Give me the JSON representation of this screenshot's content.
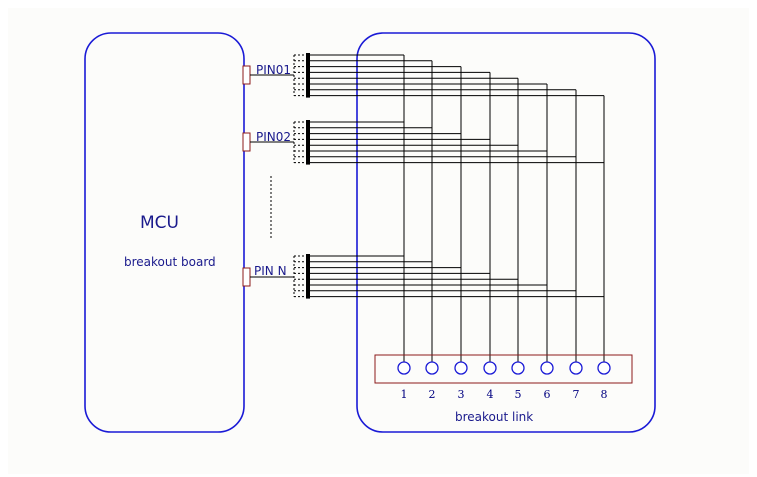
{
  "mcu": {
    "title": "MCU",
    "subtitle": "breakout board"
  },
  "pins": [
    "PIN01",
    "PIN02",
    "PIN N"
  ],
  "breakout": {
    "label": "breakout link",
    "numbers": [
      "1",
      "2",
      "3",
      "4",
      "5",
      "6",
      "7",
      "8"
    ]
  },
  "colors": {
    "box": "#1a1ad6",
    "pad": "#8b1a1a",
    "text": "#1a1a8c"
  }
}
